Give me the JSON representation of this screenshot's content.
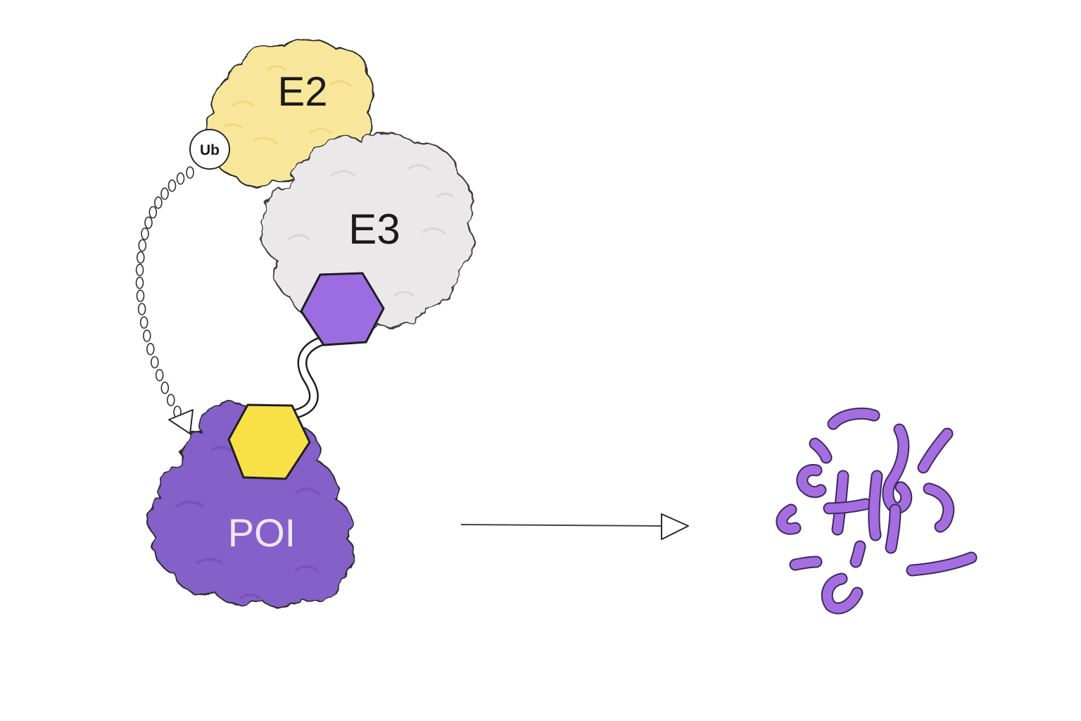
{
  "labels": {
    "e2": "E2",
    "e3": "E3",
    "poi": "POI",
    "ub": "Ub"
  },
  "colors": {
    "e2_fill": "#f8e79a",
    "e2_light": "#fcf3c2",
    "e3_fill": "#ebe8e9",
    "e3_light": "#f6f4f5",
    "poi_fill": "#8560c8",
    "poi_dark": "#7450b8",
    "poi_text": "#efe6ff",
    "e3_ligand": "#9b6de0",
    "poi_ligand": "#f8e047",
    "fragments": "#a56ee0",
    "outline": "#1e1e1e"
  }
}
